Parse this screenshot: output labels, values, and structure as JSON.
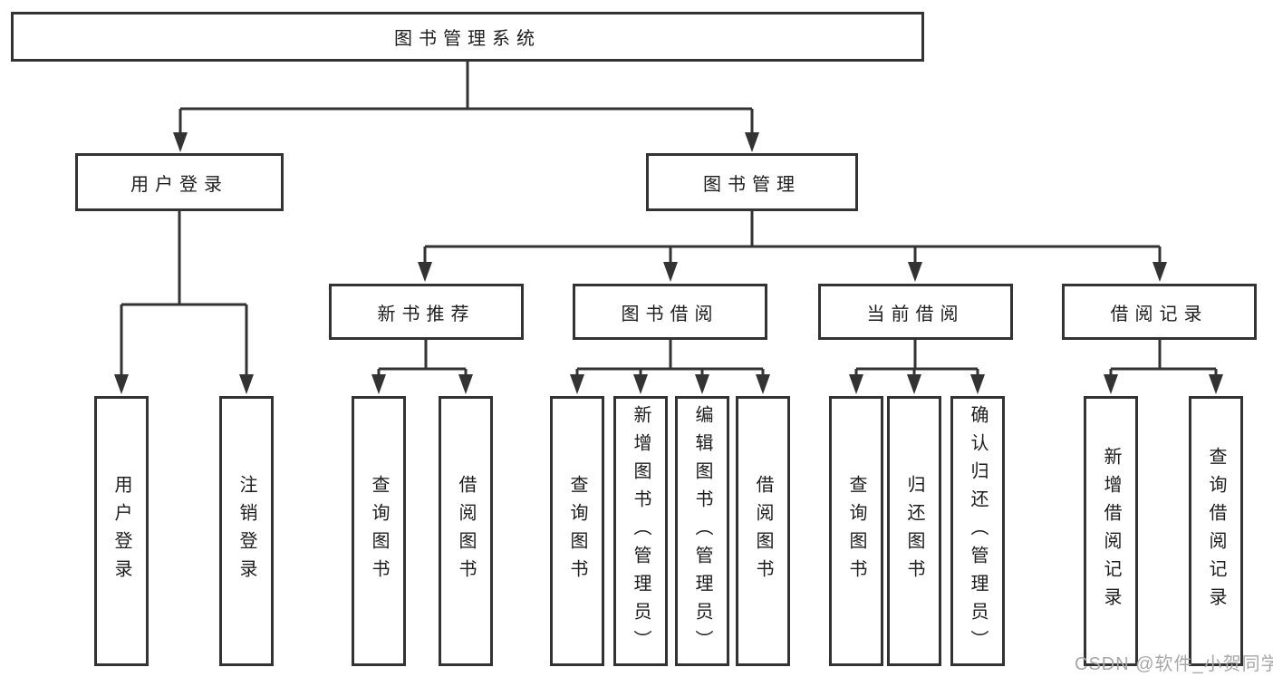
{
  "colors": {
    "line": "#333333",
    "box_border": "#333333",
    "text": "#1d1d1d",
    "background": "#ffffff",
    "watermark": "#a8a8a8"
  },
  "tree": {
    "root": {
      "label": "图书管理系统",
      "children": [
        {
          "label": "用户登录",
          "children": [
            {
              "label": "用户登录"
            },
            {
              "label": "注销登录"
            }
          ]
        },
        {
          "label": "图书管理",
          "children": [
            {
              "label": "新书推荐",
              "children": [
                {
                  "label": "查询图书"
                },
                {
                  "label": "借阅图书"
                }
              ]
            },
            {
              "label": "图书借阅",
              "children": [
                {
                  "label": "查询图书"
                },
                {
                  "label": "新增图书（管理员）"
                },
                {
                  "label": "编辑图书（管理员）"
                },
                {
                  "label": "借阅图书"
                }
              ]
            },
            {
              "label": "当前借阅",
              "children": [
                {
                  "label": "查询图书"
                },
                {
                  "label": "归还图书"
                },
                {
                  "label": "确认归还（管理员）"
                }
              ]
            },
            {
              "label": "借阅记录",
              "children": [
                {
                  "label": "新增借阅记录"
                },
                {
                  "label": "查询借阅记录"
                }
              ]
            }
          ]
        }
      ]
    }
  },
  "watermark": {
    "text": "CSDN @软件_小贺同学"
  }
}
